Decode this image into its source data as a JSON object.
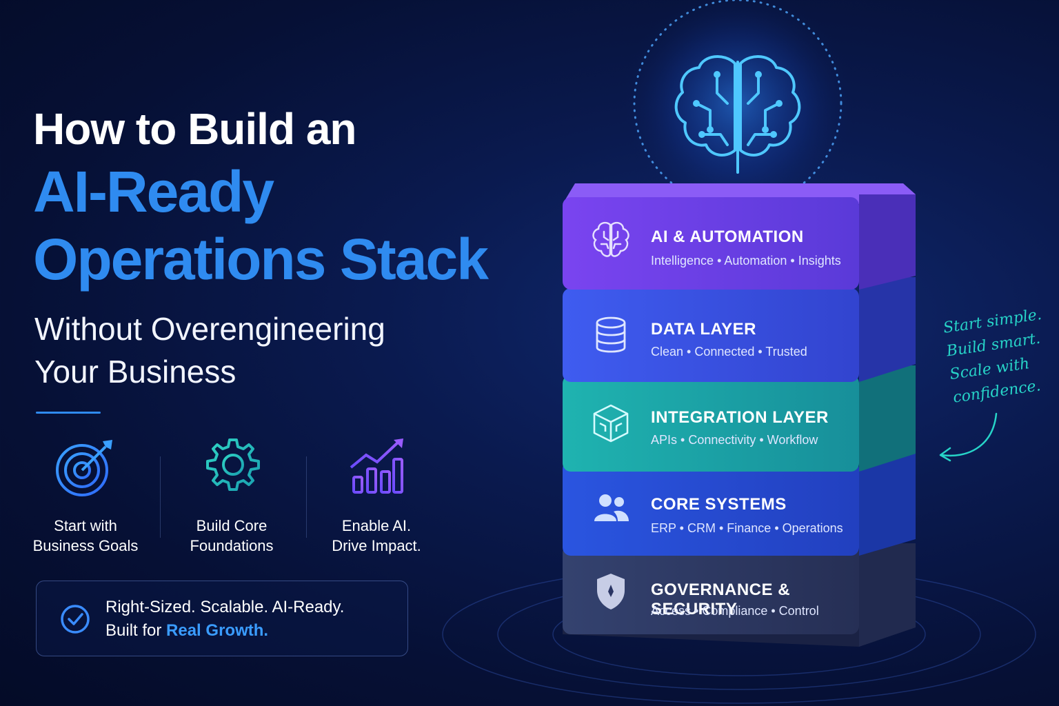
{
  "headline": {
    "line1": "How to Build an",
    "line2": "AI-Ready",
    "line3": "Operations Stack",
    "subtitle_line1": "Without Overengineering",
    "subtitle_line2": "Your Business"
  },
  "features": [
    {
      "line1": "Start with",
      "line2": "Business Goals",
      "icon": "target-icon"
    },
    {
      "line1": "Build Core",
      "line2": "Foundations",
      "icon": "gear-icon"
    },
    {
      "line1": "Enable AI.",
      "line2": "Drive Impact.",
      "icon": "growth-chart-icon"
    }
  ],
  "callout": {
    "line1": "Right-Sized. Scalable. AI-Ready.",
    "line2_prefix": "Built for ",
    "line2_accent": "Real Growth."
  },
  "stack": [
    {
      "name": "AI & AUTOMATION",
      "desc": "Intelligence • Automation • Insights",
      "icon": "brain-icon",
      "color": "#6a3fe0"
    },
    {
      "name": "DATA LAYER",
      "desc": "Clean • Connected • Trusted",
      "icon": "database-icon",
      "color": "#3a4ee0"
    },
    {
      "name": "INTEGRATION LAYER",
      "desc": "APIs • Connectivity • Workflow",
      "icon": "cube-network-icon",
      "color": "#16a2a6"
    },
    {
      "name": "CORE SYSTEMS",
      "desc": "ERP • CRM • Finance • Operations",
      "icon": "users-icon",
      "color": "#2548cf"
    },
    {
      "name": "GOVERNANCE & SECURITY",
      "desc": "Access • Compliance • Control",
      "icon": "shield-icon",
      "color": "#2a3563"
    }
  ],
  "note": {
    "line1": "Start simple.",
    "line2": "Build smart.",
    "line3": "Scale with",
    "line4": "confidence."
  },
  "colors": {
    "accent_blue": "#2f8bf0",
    "note_teal": "#27d4c8",
    "background": "#061035"
  }
}
